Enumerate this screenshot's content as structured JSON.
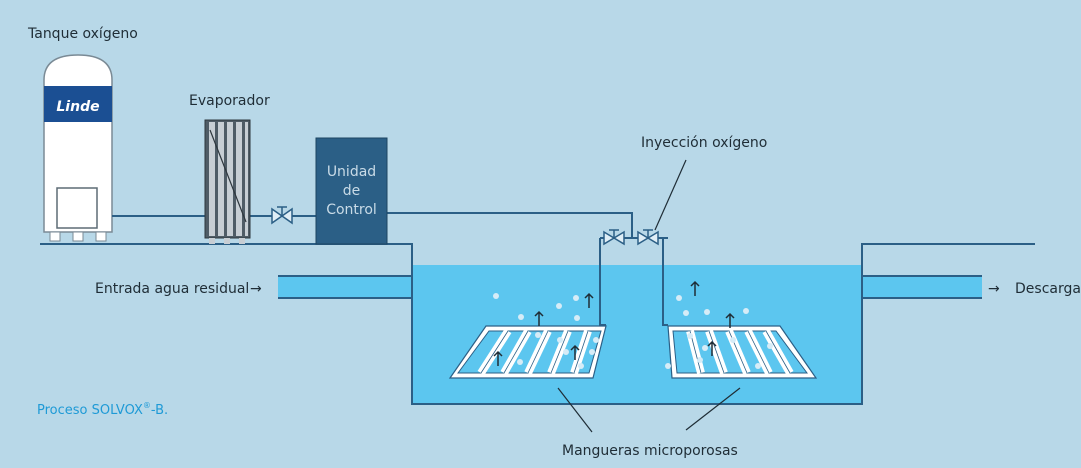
{
  "labels": {
    "tank": "Tanque oxígeno",
    "evaporator": "Evaporador",
    "control_line1": "Unidad",
    "control_line2": "de",
    "control_line3": "Control",
    "injection": "Inyección oxígeno",
    "inlet": "Entrada agua residual",
    "discharge": "Descarga",
    "hoses": "Mangueras microporosas",
    "caption": "Proceso SOLVOX",
    "caption_mark": "®",
    "caption_suffix": "-B.",
    "logo": "Linde"
  },
  "icons": {
    "inlet_arrow": "→",
    "discharge_arrow": "→"
  },
  "colors": {
    "background": "#b8d8e8",
    "water": "#5cc6ef",
    "pipe": "#2b5f86",
    "control_unit": "#2b5f86",
    "caption": "#1e9ad6",
    "logo_bg": "#1b4f93"
  }
}
